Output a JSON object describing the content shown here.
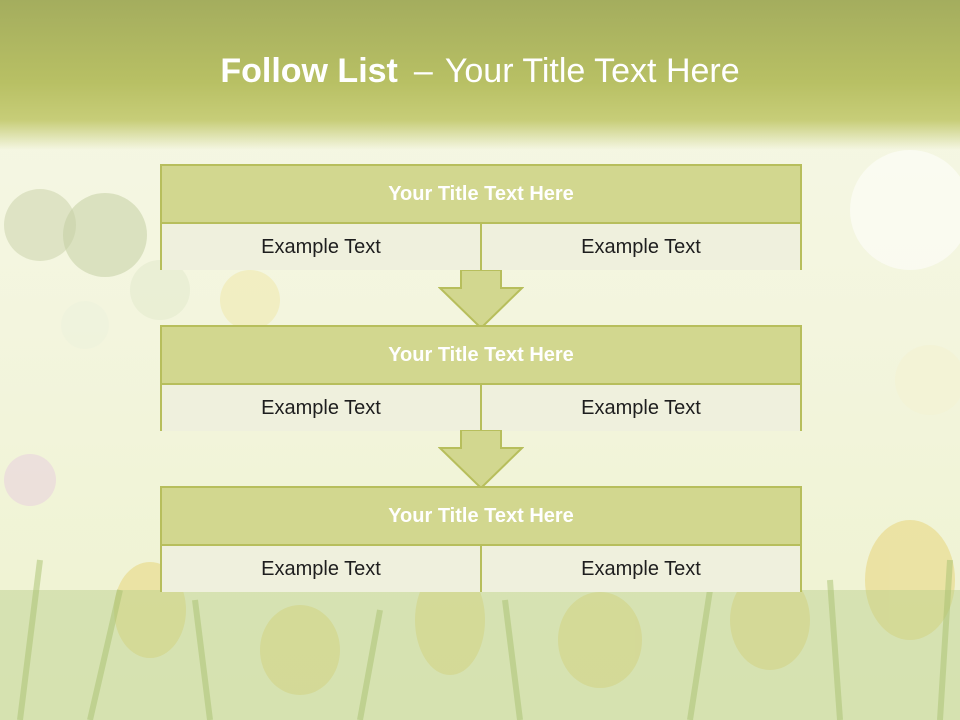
{
  "slide": {
    "title_bold": "Follow List",
    "title_sep": "–",
    "title_rest": "Your Title Text Here"
  },
  "steps": [
    {
      "title": "Your Title Text Here",
      "left_text": "Example Text",
      "right_text": "Example Text"
    },
    {
      "title": "Your Title Text Here",
      "left_text": "Example Text",
      "right_text": "Example Text"
    },
    {
      "title": "Your Title Text Here",
      "left_text": "Example Text",
      "right_text": "Example Text"
    }
  ],
  "colors": {
    "header": "#b8c064",
    "box_title_fill": "#d2d78f",
    "box_border": "#b7be5c",
    "cell_fill": "#eff0dd",
    "arrow_fill": "#d2d78f"
  }
}
